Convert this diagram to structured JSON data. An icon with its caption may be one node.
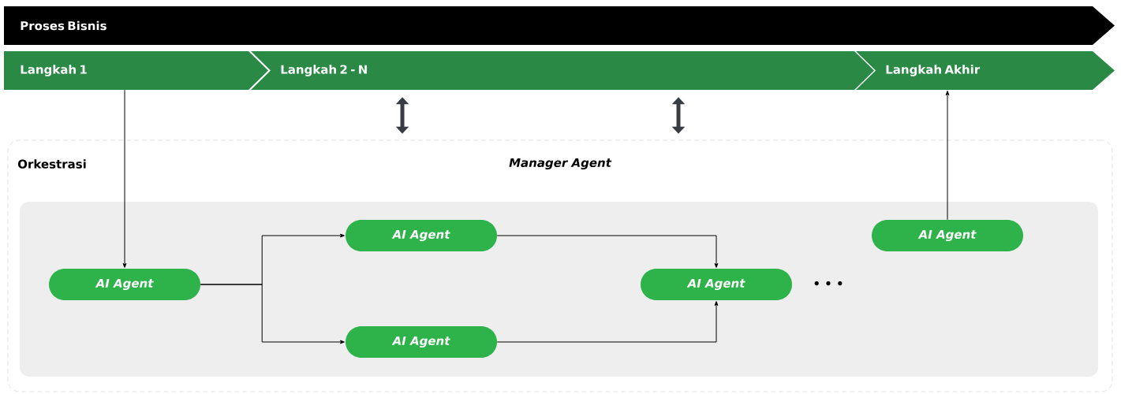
{
  "diagram": {
    "nodes": [
      {
        "text": [
          "Proses Bisnis"
        ]
      },
      {
        "text": [
          "Langkah 1"
        ]
      },
      {
        "text": [
          "Langkah 2 - N"
        ]
      },
      {
        "text": [
          "Langkah Akhir"
        ]
      },
      {
        "text": [
          "Orkestrasi",
          "Manager Agent"
        ]
      },
      {
        "text": [],
        "shape": "box",
        "in": 4
      },
      {
        "text": [
          "AI Agent"
        ],
        "in": 5
      },
      {
        "text": [
          "AI Agent"
        ],
        "in": 5
      },
      {
        "text": [
          "AI Agent"
        ],
        "in": 5
      },
      {
        "text": [
          "AI Agent"
        ],
        "in": 5
      },
      {
        "text": [
          "AI Agent"
        ],
        "in": 5
      }
    ],
    "edges": [
      {
        "from": 1,
        "to": 6,
        "arrow": "to"
      },
      {
        "from": 6,
        "to": 7,
        "arrow": "to"
      },
      {
        "from": 6,
        "to": 8,
        "arrow": "to"
      },
      {
        "from": 7,
        "to": 9,
        "arrow": "to"
      },
      {
        "from": 8,
        "to": 9,
        "arrow": "to"
      },
      {
        "from": 10,
        "to": 3,
        "arrow": "to"
      },
      {
        "from": 2,
        "to": 4,
        "arrow": "both",
        "style": "thick",
        "color": "#373c45"
      },
      {
        "from": 2,
        "to": 4,
        "arrow": "both",
        "style": "thick",
        "color": "#373c45"
      }
    ],
    "labels": [
      "• • •"
    ]
  }
}
